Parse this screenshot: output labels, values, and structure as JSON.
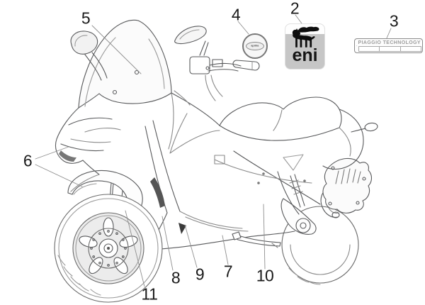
{
  "diagram": {
    "type": "motorcycle-parts-callout-diagram",
    "background": "#ffffff"
  },
  "callouts": [
    {
      "label": "2"
    },
    {
      "label": "3"
    },
    {
      "label": "4"
    },
    {
      "label": "5"
    },
    {
      "label": "6"
    },
    {
      "label": "7"
    },
    {
      "label": "8"
    },
    {
      "label": "9"
    },
    {
      "label": "10"
    },
    {
      "label": "11"
    }
  ],
  "decals": {
    "eni_sticker": {
      "text": "eni",
      "icon": "eni-six-legged-dog-icon",
      "bg_color": "#c6c6c6",
      "ink_color": "#151515"
    },
    "aprilia_badge": {
      "text": "aprilia"
    },
    "piaggio_plate": {
      "text": "PIAGGIO TECHNOLOGY",
      "icon": "piaggio-shield-icon",
      "cells": [
        "",
        "",
        ""
      ]
    }
  },
  "colors": {
    "line": "#58595b",
    "leader": "#8f8f8f",
    "callout_text": "#1a1a1a"
  }
}
